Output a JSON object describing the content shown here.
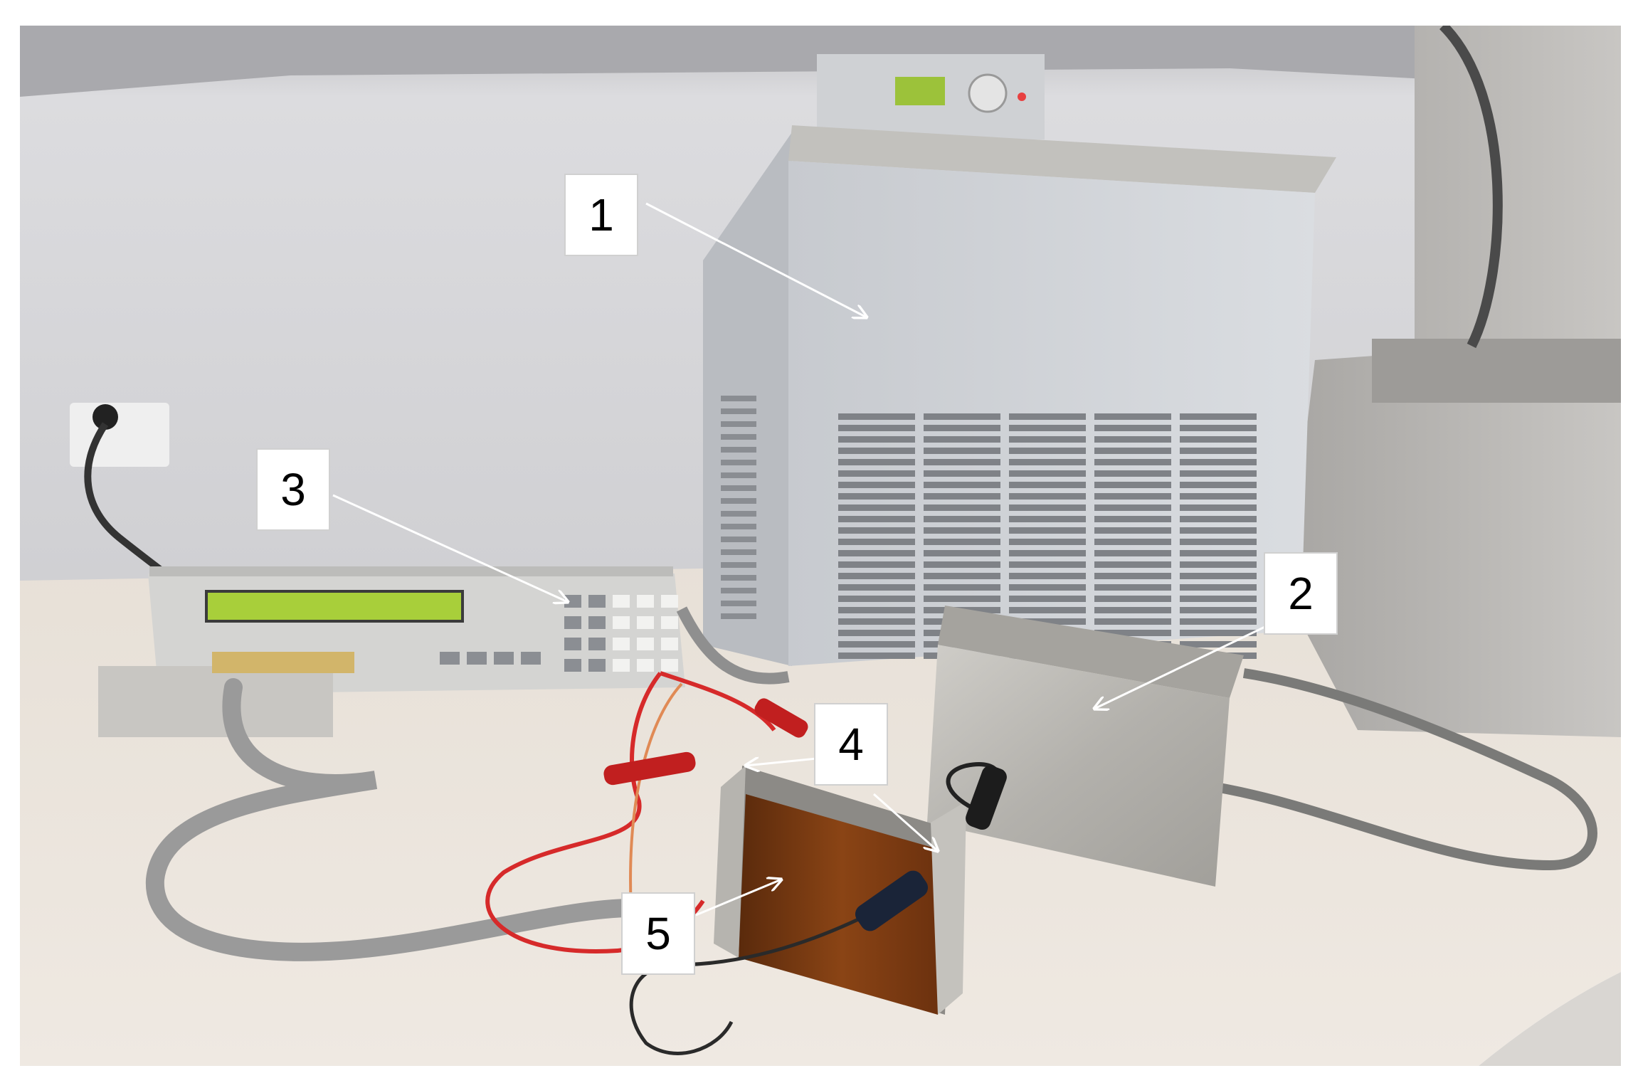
{
  "callouts": [
    {
      "id": "callout-1",
      "label": "1"
    },
    {
      "id": "callout-2",
      "label": "2"
    },
    {
      "id": "callout-3",
      "label": "3"
    },
    {
      "id": "callout-4",
      "label": "4"
    },
    {
      "id": "callout-5",
      "label": "5"
    }
  ],
  "colors": {
    "wall": "#d9d9dc",
    "counter": "#e9e2da",
    "chiller_body": "#d3d6da",
    "steel": "#b9b7b2",
    "lcd": "#a8cf3a",
    "fluid": "#7a3a12",
    "red_cable": "#d62a2a",
    "hose": "#8f8f8f"
  }
}
